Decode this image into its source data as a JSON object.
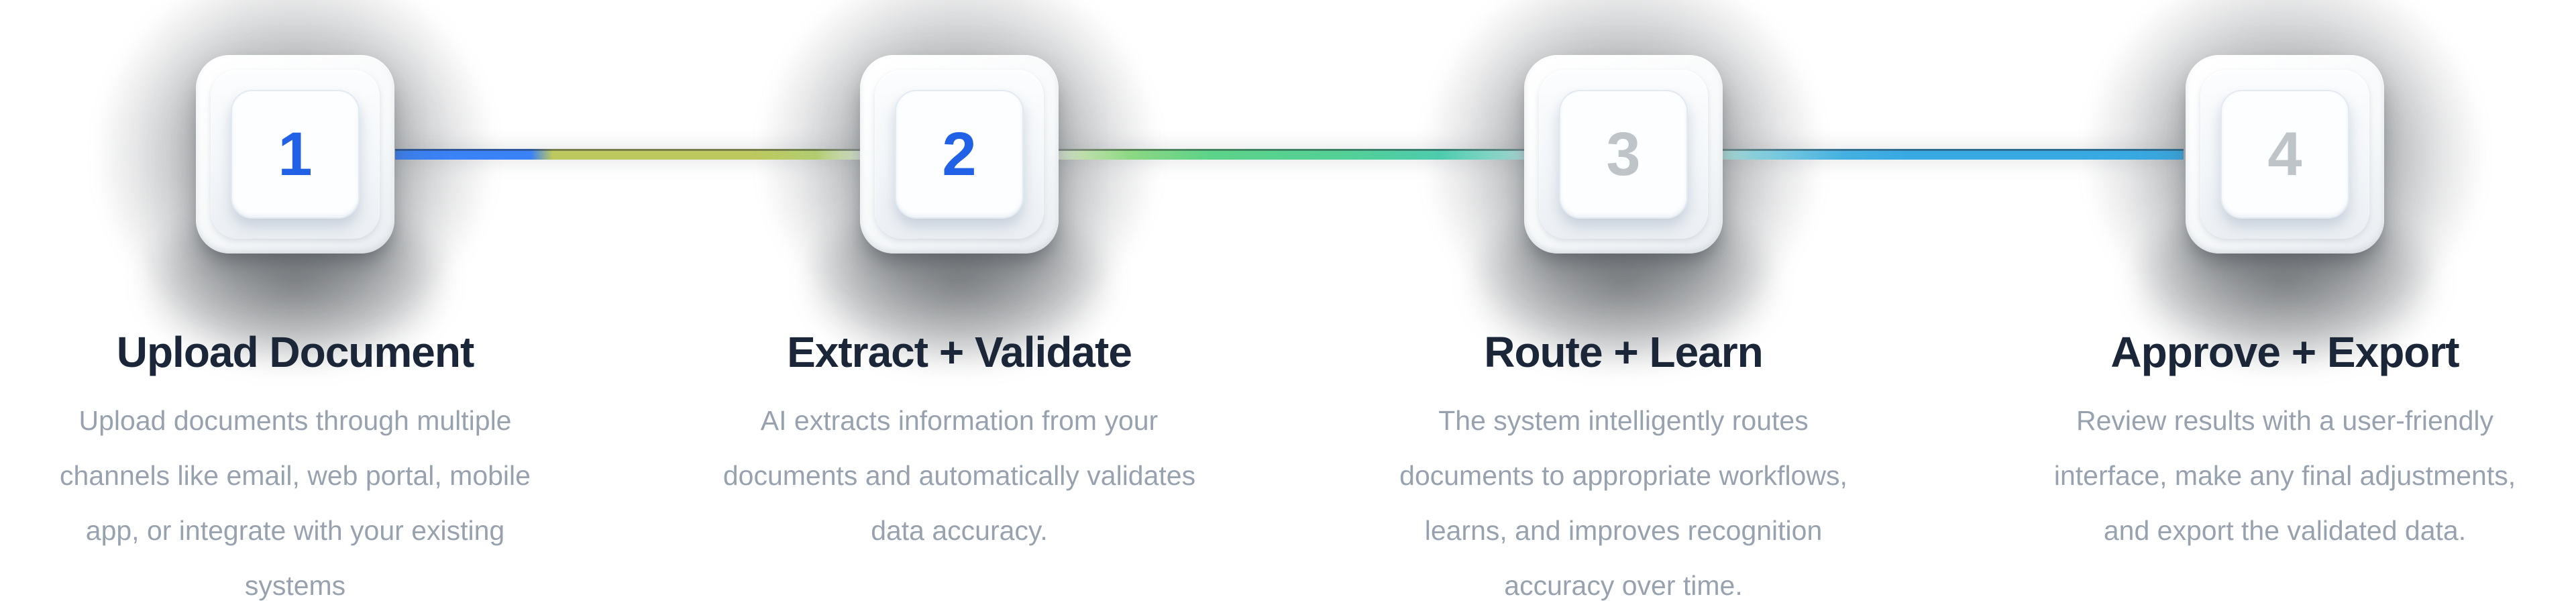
{
  "process": {
    "steps": [
      {
        "number": "1",
        "title": "Upload Document",
        "state": "active",
        "description_lines": [
          "Upload documents through multiple",
          "channels like email, web portal, mobile",
          "app, or integrate with your existing",
          "systems"
        ]
      },
      {
        "number": "2",
        "title": "Extract + Validate",
        "state": "active",
        "description_lines": [
          "AI extracts information from your",
          "documents and automatically validates",
          "data accuracy."
        ]
      },
      {
        "number": "3",
        "title": "Route + Learn",
        "state": "upcoming",
        "description_lines": [
          "The system intelligently routes",
          "documents to appropriate workflows,",
          "learns, and improves recognition",
          "accuracy over time."
        ]
      },
      {
        "number": "4",
        "title": "Approve + Export",
        "state": "upcoming",
        "description_lines": [
          "Review results with a user-friendly",
          "interface, make any final adjustments,",
          "and export the validated data."
        ]
      }
    ],
    "colors": {
      "active_number": "#2161e6",
      "upcoming_number": "#bfc4c9",
      "title_text": "#1b2738",
      "description_text": "#5a6a7e",
      "connector_blue": "#3b82f6",
      "connector_olive": "#bdc85e",
      "connector_green": "#5dd389",
      "connector_teal": "#4ecbad",
      "connector_sky_blue": "#39a9e2"
    }
  }
}
